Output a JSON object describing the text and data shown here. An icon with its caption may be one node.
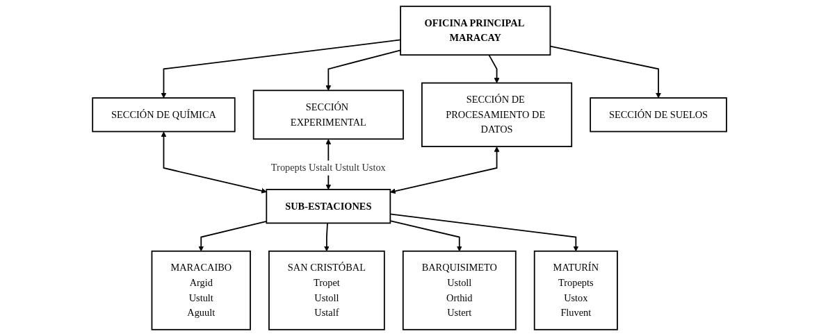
{
  "diagram": {
    "nodes": [
      {
        "text": [
          "OFICINA PRINCIPAL MARACAY"
        ]
      },
      {
        "text": [
          "SECCIÓN DE QUÍMICA"
        ]
      },
      {
        "text": [
          "SECCIÓN EXPERIMENTAL"
        ]
      },
      {
        "text": [
          "SECCIÓN DE PROCESAMIENTO DE DATOS"
        ]
      },
      {
        "text": [
          "SECCIÓN DE SUELOS"
        ]
      },
      {
        "text": [
          "SUB-ESTACIONES"
        ]
      },
      {
        "text": [
          "MARACAIBO",
          "Argid",
          "Ustult",
          "Aguult"
        ]
      },
      {
        "text": [
          "SAN CRISTÓBAL",
          "Tropet",
          "Ustoll",
          "Ustalf"
        ]
      },
      {
        "text": [
          "BARQUISIMETO",
          "Ustoll",
          "Orthid",
          "Ustert"
        ]
      },
      {
        "text": [
          "MATURÍN",
          "Tropepts",
          "Ustox",
          "Fluvent"
        ]
      }
    ],
    "edges": [
      {
        "from": 0,
        "to": 1,
        "arrow": "to"
      },
      {
        "from": 0,
        "to": 2,
        "arrow": "to"
      },
      {
        "from": 0,
        "to": 3,
        "arrow": "to"
      },
      {
        "from": 0,
        "to": 4,
        "arrow": "to"
      },
      {
        "from": 1,
        "to": 5,
        "arrow": "both"
      },
      {
        "from": 2,
        "to": 5,
        "arrow": "both",
        "label": "Tropepts Ustalt Ustult Ustox"
      },
      {
        "from": 3,
        "to": 5,
        "arrow": "both"
      },
      {
        "from": 5,
        "to": 6,
        "arrow": "to"
      },
      {
        "from": 5,
        "to": 7,
        "arrow": "to"
      },
      {
        "from": 5,
        "to": 8,
        "arrow": "to"
      },
      {
        "from": 5,
        "to": 9,
        "arrow": "to"
      }
    ]
  }
}
